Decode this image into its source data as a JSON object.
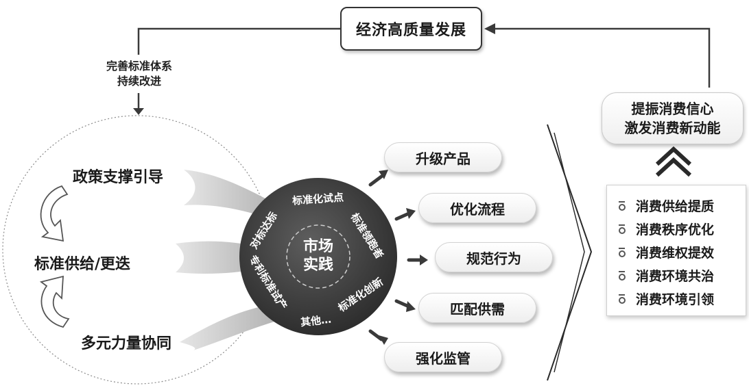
{
  "top_goal": "经济高质量发展",
  "left_note": {
    "line1": "完善标准体系",
    "line2": "持续改进"
  },
  "cycle": {
    "policy": "政策支撑引导",
    "supply": "标准供给/更迭",
    "collab": "多元力量协同"
  },
  "hub": {
    "center_line1": "市场",
    "center_line2": "实践",
    "ring": [
      "标准化试点",
      "标准领跑者",
      "标准化创新",
      "其他…",
      "专利标准试产",
      "对标达标"
    ]
  },
  "outcomes": [
    "升级产品",
    "优化流程",
    "规范行为",
    "匹配供需",
    "强化监管"
  ],
  "confidence": {
    "line1": "提振消费信心",
    "line2": "激发消费新动能"
  },
  "consumer_items": [
    "消费供给提质",
    "消费秩序优化",
    "消费维权提效",
    "消费环境共治",
    "消费环境引领"
  ]
}
